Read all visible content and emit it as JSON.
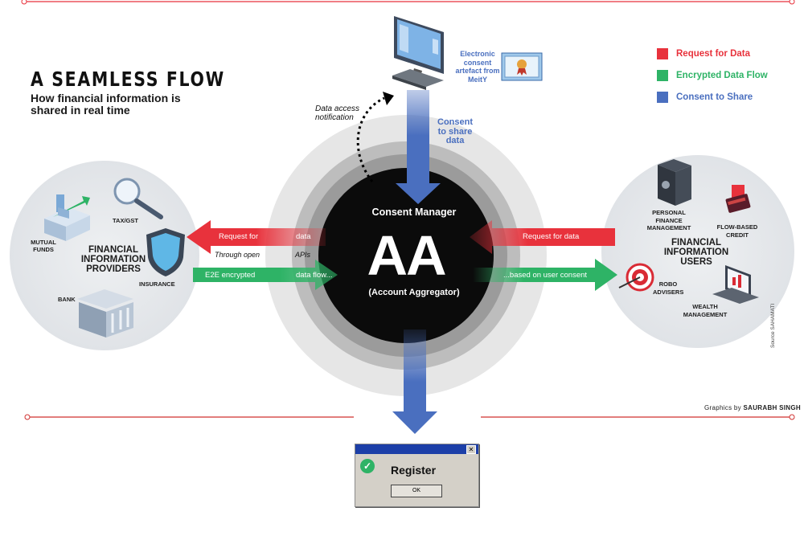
{
  "title": "A SEAMLESS FLOW",
  "subtitle": "How financial information is shared in real time",
  "legend": [
    {
      "label": "Request for Data",
      "color": "#e8323c"
    },
    {
      "label": "Encrypted Data Flow",
      "color": "#2eb366"
    },
    {
      "label": "Consent to Share",
      "color": "#4a6fbf"
    }
  ],
  "center": {
    "top_label": "Consent Manager",
    "big_label": "AA",
    "bottom_label": "(Account Aggregator)"
  },
  "top": {
    "artefact_label": "Electronic consent artefact from MeitY",
    "consent_label": "Consent to share data",
    "notification_label": "Data access notification"
  },
  "left": {
    "group_label": "FINANCIAL INFORMATION PROVIDERS",
    "items": [
      "MUTUAL FUNDS",
      "TAX/GST",
      "INSURANCE",
      "BANK"
    ],
    "request_arrow": {
      "part1": "Request for",
      "part2": "data"
    },
    "middle_text": {
      "part1": "Through open",
      "part2": "APIs"
    },
    "encrypted_arrow": {
      "part1": "E2E encrypted",
      "part2": "data flow..."
    }
  },
  "right": {
    "group_label": "FINANCIAL INFORMATION USERS",
    "items": [
      "PERSONAL FINANCE MANAGEMENT",
      "FLOW-BASED CREDIT",
      "ROBO ADVISERS",
      "WEALTH MANAGEMENT"
    ],
    "request_arrow": "Request for data",
    "consent_arrow": "...based on user consent"
  },
  "dialog": {
    "title": "Register",
    "button": "OK"
  },
  "credits": {
    "prefix": "Graphics by",
    "name": "SAURABH SINGH"
  },
  "source": "Source SAHAMATI",
  "colors": {
    "red": "#e8323c",
    "green": "#2eb366",
    "blue": "#4a6fbf",
    "dark": "#0b0b0b"
  }
}
